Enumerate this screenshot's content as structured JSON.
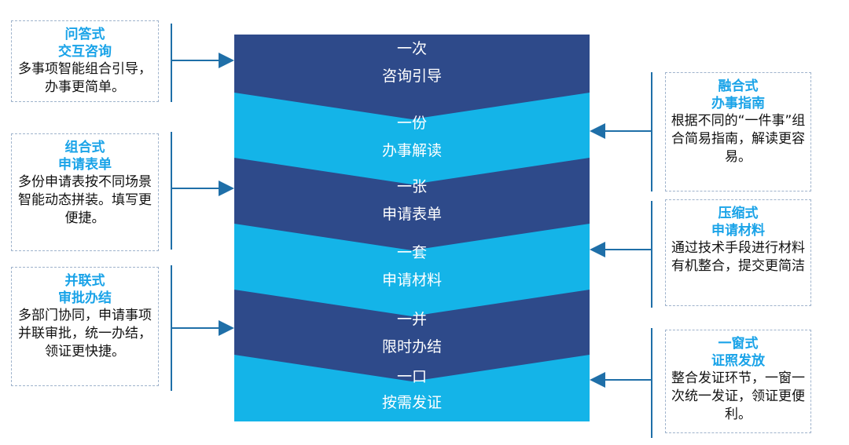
{
  "colors": {
    "dark": "#2e4a8a",
    "light": "#14b4e8",
    "accent": "#1aa3e8",
    "line": "#1f6fa8"
  },
  "stages": [
    {
      "line1": "一次",
      "line2": "咨询引导"
    },
    {
      "line1": "一份",
      "line2": "办事解读"
    },
    {
      "line1": "一张",
      "line2": "申请表单"
    },
    {
      "line1": "一套",
      "line2": "申请材料"
    },
    {
      "line1": "一并",
      "line2": "限时办结"
    },
    {
      "line1": "一口",
      "line2": "按需发证"
    }
  ],
  "left_notes": [
    {
      "title1": "问答式",
      "title2": "交互咨询",
      "desc": "多事项智能组合引导，办事更简单。"
    },
    {
      "title1": "组合式",
      "title2": "申请表单",
      "desc": "多份申请表按不同场景智能动态拼装。填写更便捷。"
    },
    {
      "title1": "并联式",
      "title2": "审批办结",
      "desc": "多部门协同，申请事项并联审批，统一办结，领证更快捷。"
    }
  ],
  "right_notes": [
    {
      "title1": "融合式",
      "title2": "办事指南",
      "desc": "根据不同的“一件事”组合简易指南，解读更容易。"
    },
    {
      "title1": "压缩式",
      "title2": "申请材料",
      "desc": "通过技术手段进行材料有机整合，提交更简洁"
    },
    {
      "title1": "一窗式",
      "title2": "证照发放",
      "desc": "整合发证环节，一窗一次统一发证，领证更便利。"
    }
  ]
}
